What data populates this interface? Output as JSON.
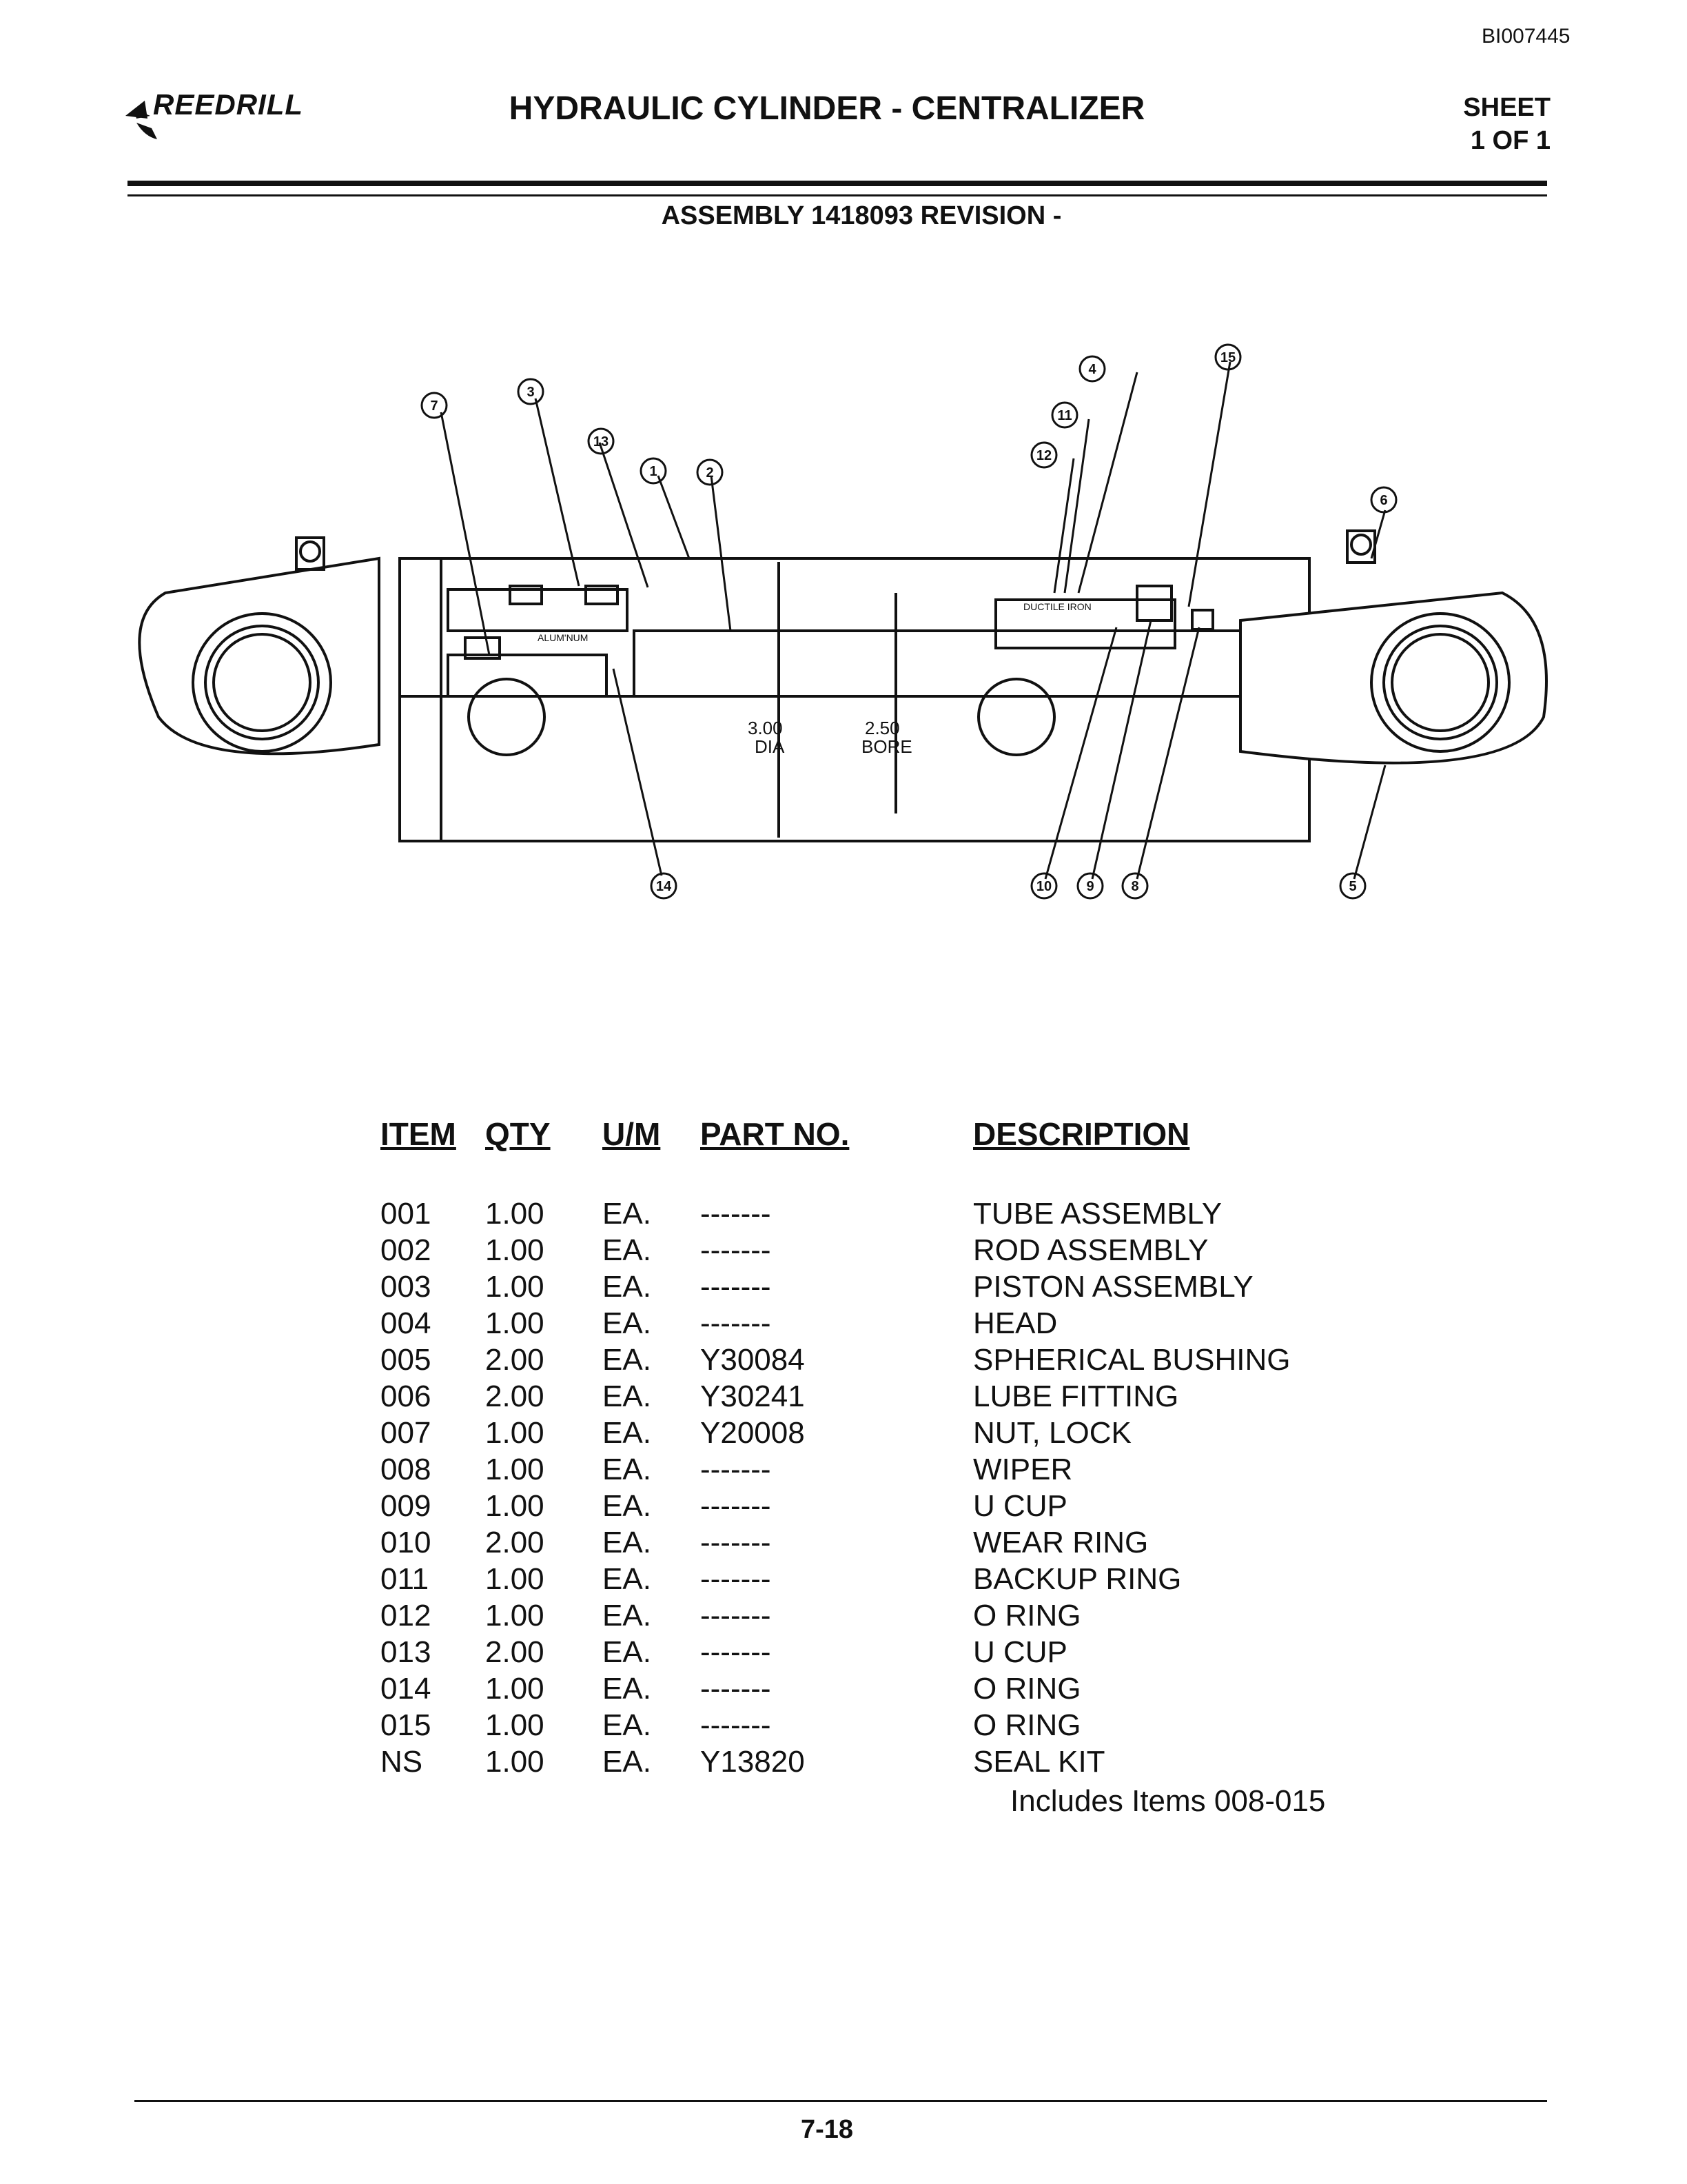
{
  "doc_id": "BI007445",
  "logo_text": "REEDRILL",
  "title": "HYDRAULIC CYLINDER - CENTRALIZER",
  "sheet": {
    "line1": "SHEET",
    "line2": "1 OF 1"
  },
  "assembly": "ASSEMBLY 1418093 REVISION -",
  "drawing": {
    "callouts": [
      "7",
      "3",
      "13",
      "1",
      "2",
      "4",
      "11",
      "12",
      "15",
      "6",
      "14",
      "10",
      "9",
      "8",
      "5"
    ],
    "labels": {
      "alum": "ALUM'NUM",
      "ductile": "DUCTILE IRON",
      "dia_value": "3.00",
      "dia_unit": "DIA",
      "bore_value": "2.50",
      "bore_unit": "BORE"
    }
  },
  "parts_table": {
    "headers": {
      "item": "ITEM",
      "qty": "QTY",
      "um": "U/M",
      "part": "PART NO.",
      "desc": "DESCRIPTION"
    },
    "rows": [
      {
        "item": "001",
        "qty": "1.00",
        "um": "EA.",
        "part": "-------",
        "desc": "TUBE ASSEMBLY"
      },
      {
        "item": "002",
        "qty": "1.00",
        "um": "EA.",
        "part": "-------",
        "desc": "ROD ASSEMBLY"
      },
      {
        "item": "003",
        "qty": "1.00",
        "um": "EA.",
        "part": "-------",
        "desc": "PISTON ASSEMBLY"
      },
      {
        "item": "004",
        "qty": "1.00",
        "um": "EA.",
        "part": "-------",
        "desc": "HEAD"
      },
      {
        "item": "005",
        "qty": "2.00",
        "um": "EA.",
        "part": "Y30084",
        "desc": "SPHERICAL BUSHING"
      },
      {
        "item": "006",
        "qty": "2.00",
        "um": "EA.",
        "part": "Y30241",
        "desc": "LUBE FITTING"
      },
      {
        "item": "007",
        "qty": "1.00",
        "um": "EA.",
        "part": "Y20008",
        "desc": "NUT, LOCK"
      },
      {
        "item": "008",
        "qty": "1.00",
        "um": "EA.",
        "part": "-------",
        "desc": "WIPER"
      },
      {
        "item": "009",
        "qty": "1.00",
        "um": "EA.",
        "part": "-------",
        "desc": "U CUP"
      },
      {
        "item": "010",
        "qty": "2.00",
        "um": "EA.",
        "part": "-------",
        "desc": "WEAR RING"
      },
      {
        "item": "011",
        "qty": "1.00",
        "um": "EA.",
        "part": "-------",
        "desc": "BACKUP RING"
      },
      {
        "item": "012",
        "qty": "1.00",
        "um": "EA.",
        "part": "-------",
        "desc": "O RING"
      },
      {
        "item": "013",
        "qty": "2.00",
        "um": "EA.",
        "part": "-------",
        "desc": "U CUP"
      },
      {
        "item": "014",
        "qty": "1.00",
        "um": "EA.",
        "part": "-------",
        "desc": "O RING"
      },
      {
        "item": "015",
        "qty": "1.00",
        "um": "EA.",
        "part": "-------",
        "desc": "O RING"
      },
      {
        "item": "NS",
        "qty": "1.00",
        "um": "EA.",
        "part": "Y13820",
        "desc": "SEAL KIT"
      }
    ],
    "note": "Includes Items 008-015"
  },
  "page_number": "7-18"
}
